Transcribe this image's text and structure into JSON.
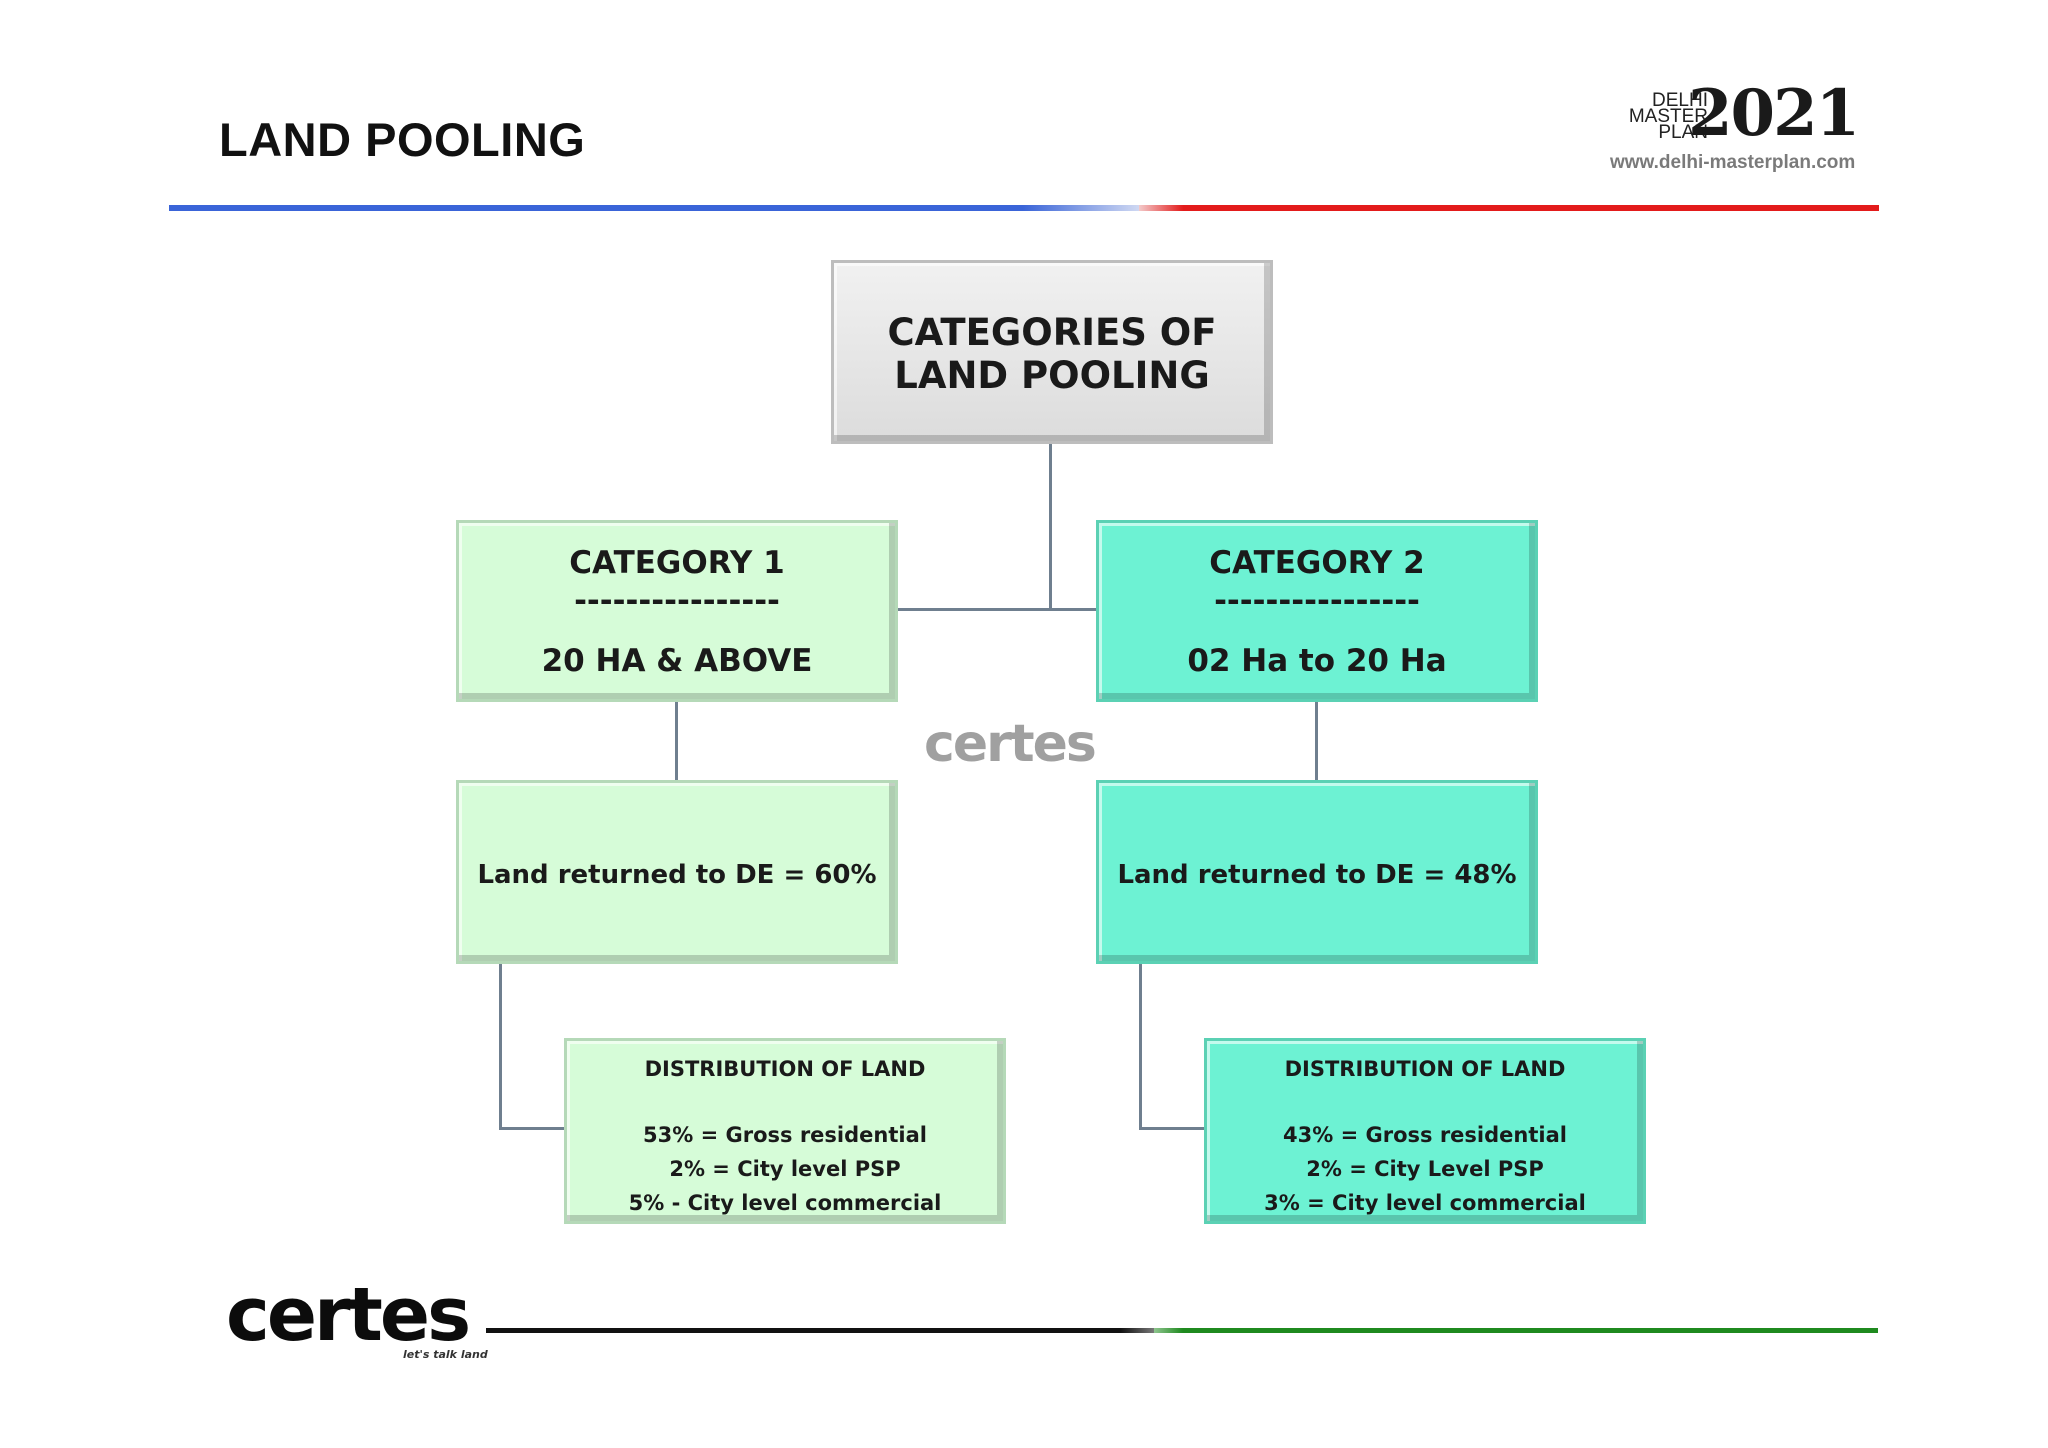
{
  "header": {
    "title": "LAND POOLING",
    "logo": {
      "line1": "DELHI",
      "line2": "MASTER",
      "line3": "PLAN",
      "year": "2021",
      "url": "www.delhi-masterplan.com"
    }
  },
  "diagram": {
    "root": {
      "line1": "CATEGORIES OF",
      "line2": "LAND POOLING"
    },
    "categories": [
      {
        "title": "CATEGORY 1",
        "separator": "----------------",
        "range": "20 HA & ABOVE",
        "returned": "Land returned to DE =  60%",
        "distribution": {
          "title": "DISTRIBUTION OF LAND",
          "items": [
            "53% = Gross residential",
            "2% = City level PSP",
            "5% - City level commercial"
          ]
        }
      },
      {
        "title": "CATEGORY 2",
        "separator": "----------------",
        "range": "02 Ha to 20 Ha",
        "returned": "Land returned to DE =  48%",
        "distribution": {
          "title": "DISTRIBUTION OF LAND",
          "items": [
            "43% = Gross residential",
            "2% = City Level PSP",
            "3% = City level commercial"
          ]
        }
      }
    ],
    "colors": {
      "category1": "#d6fcd8",
      "category2": "#6df2d3",
      "root": "#e6e6e6"
    }
  },
  "watermark": {
    "text": "certes"
  },
  "footer": {
    "logo_text": "certes",
    "tagline": "let's talk land"
  },
  "brand_colors": {
    "top_left_rule": "#3a64d8",
    "top_right_rule": "#e31b1b",
    "bottom_left_rule": "#111111",
    "bottom_right_rule": "#1f8a1f"
  }
}
